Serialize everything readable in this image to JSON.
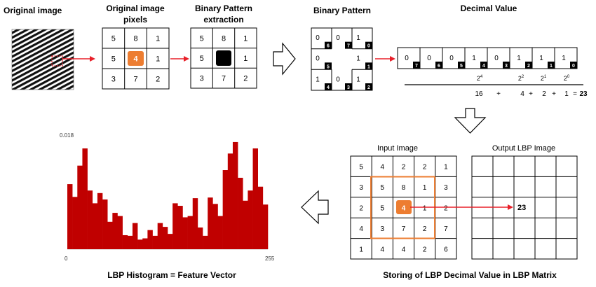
{
  "titles": {
    "original_image": "Original image",
    "original_pixels_line1": "Original image",
    "original_pixels_line2": "pixels",
    "binary_extraction_line1": "Binary Pattern",
    "binary_extraction_line2": "extraction",
    "binary_pattern": "Binary Pattern",
    "decimal_value": "Decimal Value",
    "input_image": "Input Image",
    "output_lbp_image": "Output LBP Image",
    "histogram_caption": "LBP Histogram = Feature Vector",
    "storing_caption": "Storing of LBP Decimal Value in LBP Matrix"
  },
  "pixel_grid": [
    "5",
    "8",
    "1",
    "5",
    "4",
    "1",
    "3",
    "7",
    "2"
  ],
  "extraction_grid": [
    "5",
    "8",
    "1",
    "5",
    "",
    "1",
    "3",
    "7",
    "2"
  ],
  "binary_pattern": {
    "bits": [
      "0",
      "0",
      "1",
      "0",
      "",
      "1",
      "1",
      "0",
      "1"
    ],
    "indices": [
      "6",
      "7",
      "0",
      "5",
      "",
      "1",
      "4",
      "3",
      "2"
    ]
  },
  "decimal_row": {
    "bits": [
      "0",
      "0",
      "0",
      "1",
      "0",
      "1",
      "1",
      "1"
    ],
    "indices": [
      "7",
      "6",
      "5",
      "4",
      "3",
      "2",
      "1",
      "0"
    ],
    "powers": [
      {
        "base": "2",
        "exp": "4"
      },
      {
        "base": "2",
        "exp": "2"
      },
      {
        "base": "2",
        "exp": "1"
      },
      {
        "base": "2",
        "exp": "0"
      }
    ],
    "sum": [
      "16",
      "+",
      "4",
      "+",
      "2",
      "+",
      "1",
      "=",
      "23"
    ]
  },
  "input_matrix": [
    [
      "5",
      "4",
      "2",
      "2",
      "1"
    ],
    [
      "3",
      "5",
      "8",
      "1",
      "3"
    ],
    [
      "2",
      "5",
      "4",
      "1",
      "2"
    ],
    [
      "4",
      "3",
      "7",
      "2",
      "7"
    ],
    [
      "1",
      "4",
      "4",
      "2",
      "6"
    ]
  ],
  "output_value": "23",
  "colors": {
    "accent_orange": "#ed7d31",
    "arrow_red": "#e8202a",
    "hist_red": "#c00000",
    "grid_line": "#000000"
  },
  "chart_data": {
    "type": "bar",
    "title": "",
    "xlabel": "",
    "ylabel": "",
    "ytick_top": "0.018",
    "xtick_left": "0",
    "xtick_right": "255",
    "xlim": [
      0,
      255
    ],
    "ylim": [
      0,
      0.018
    ],
    "values": [
      0.0102,
      0.0082,
      0.0131,
      0.0158,
      0.0092,
      0.0072,
      0.0088,
      0.0078,
      0.0043,
      0.0057,
      0.0052,
      0.0022,
      0.0021,
      0.0041,
      0.0015,
      0.0017,
      0.003,
      0.0021,
      0.0041,
      0.0035,
      0.0024,
      0.0072,
      0.0068,
      0.005,
      0.0052,
      0.008,
      0.0034,
      0.0021,
      0.0081,
      0.0071,
      0.0052,
      0.0124,
      0.015,
      0.0168,
      0.0112,
      0.0076,
      0.0092,
      0.0158,
      0.0098,
      0.007
    ]
  }
}
